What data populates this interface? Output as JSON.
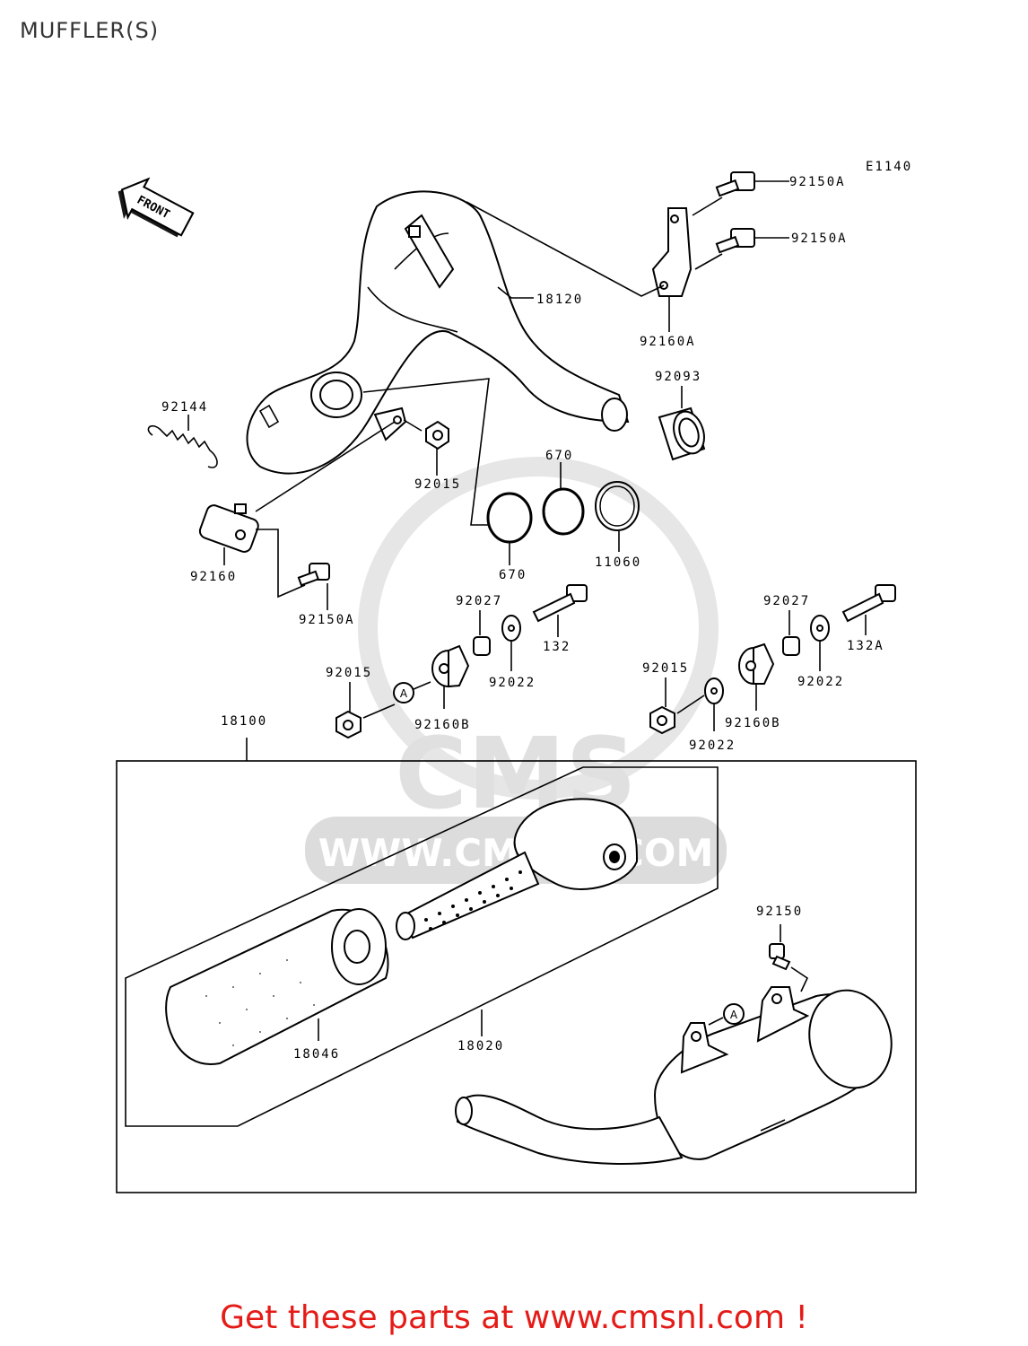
{
  "page_title": "MUFFLER(S)",
  "diagram_code": "E1140",
  "front_label": "FRONT",
  "callout_marker": "A",
  "watermark_text": "WWW.CMSNL.COM",
  "watermark_logo": "CMS",
  "part_labels": {
    "p18120": "18120",
    "p92150a_top": "92150A",
    "p92150a_mid": "92150A",
    "p92160a": "92160A",
    "p92093": "92093",
    "p92144": "92144",
    "p92015_upper": "92015",
    "p670_top": "670",
    "p670_low": "670",
    "p11060": "11060",
    "p92160": "92160",
    "p92150a_low": "92150A",
    "p92027_left": "92027",
    "p132": "132",
    "p92022_left": "92022",
    "p92015_left": "92015",
    "p92160b_left": "92160B",
    "p92027_right": "92027",
    "p132a": "132A",
    "p92022_right": "92022",
    "p92015_right": "92015",
    "p92022_right_low": "92022",
    "p92160b_right": "92160B",
    "p18100": "18100",
    "p92150": "92150",
    "p18046": "18046",
    "p18020": "18020"
  },
  "footer_text": "Get these parts at www.cmsnl.com !",
  "colors": {
    "footer": "#e41b17",
    "title": "#333333",
    "watermark": "#d9d9d9",
    "line": "#000000"
  }
}
